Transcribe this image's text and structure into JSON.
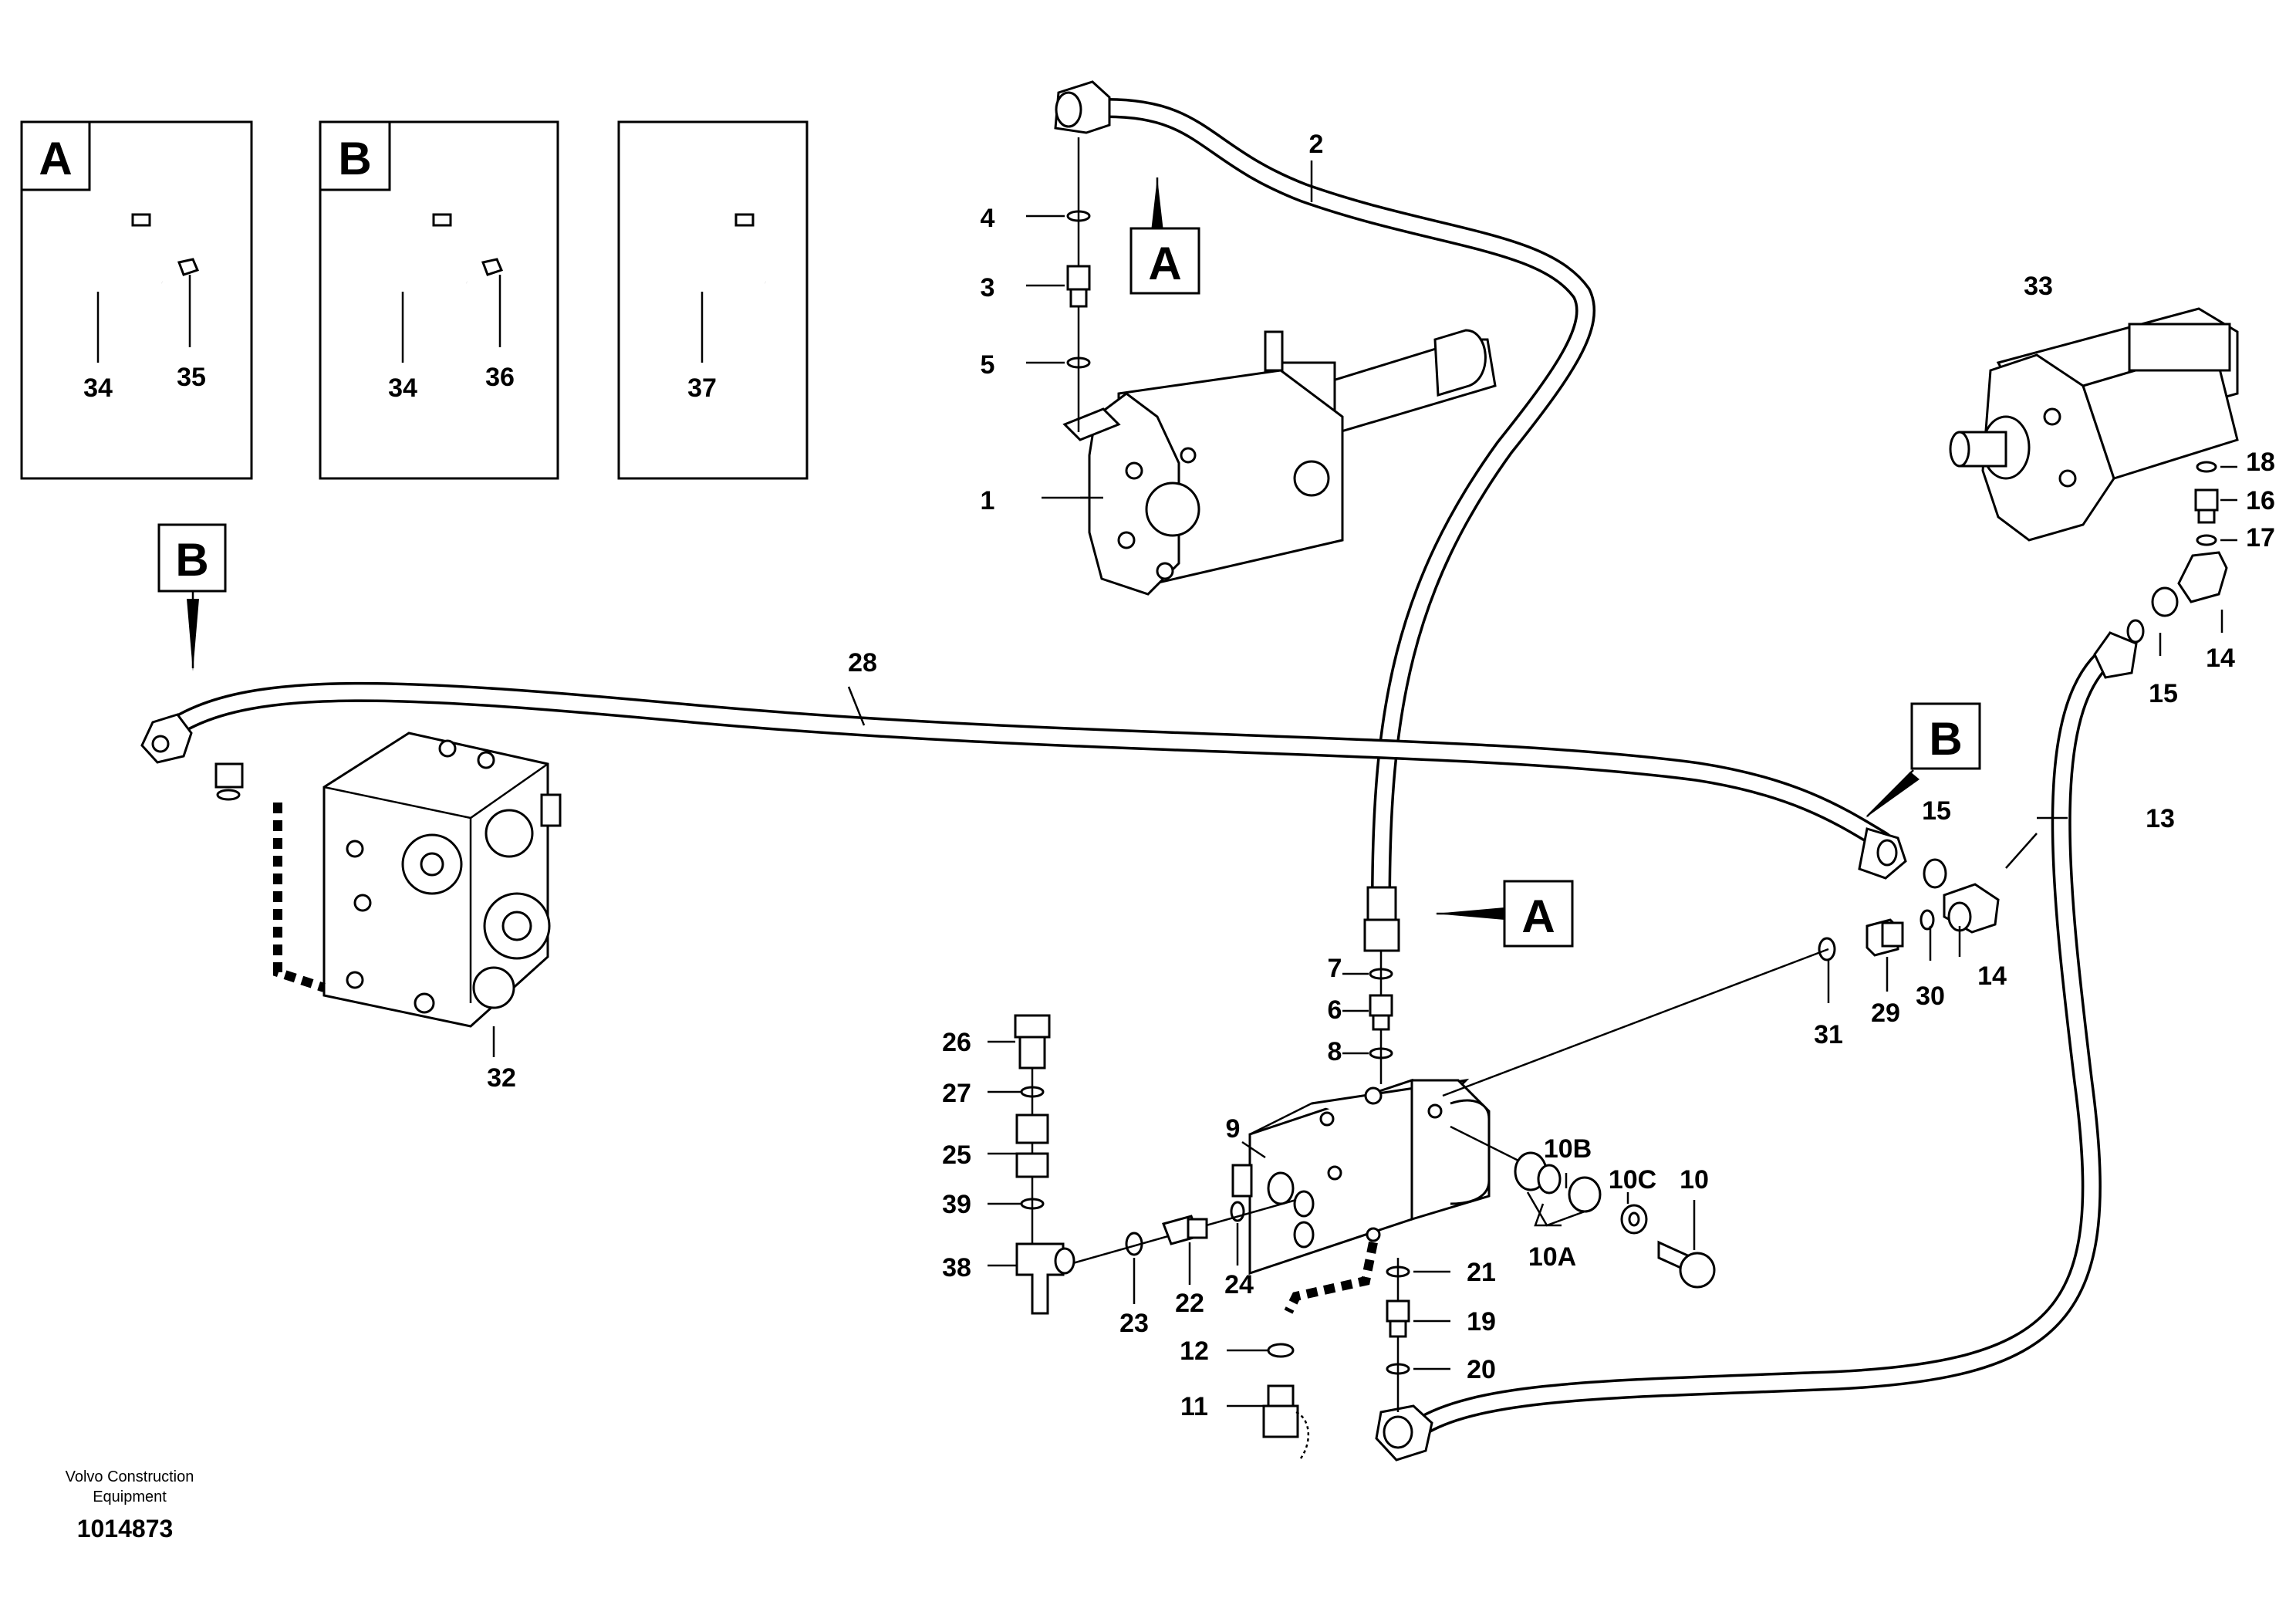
{
  "callouts": {
    "c1": "1",
    "c2": "2",
    "c3": "3",
    "c4": "4",
    "c5": "5",
    "c6": "6",
    "c7": "7",
    "c8": "8",
    "c9": "9",
    "c10": "10",
    "c10a": "10A",
    "c10b": "10B",
    "c10c": "10C",
    "c11": "11",
    "c12": "12",
    "c13": "13",
    "c14a": "14",
    "c14b": "14",
    "c15a": "15",
    "c15b": "15",
    "c16": "16",
    "c17": "17",
    "c18": "18",
    "c19": "19",
    "c20": "20",
    "c21": "21",
    "c22": "22",
    "c23": "23",
    "c24": "24",
    "c25": "25",
    "c26": "26",
    "c27": "27",
    "c28": "28",
    "c29": "29",
    "c30": "30",
    "c31": "31",
    "c32": "32",
    "c33": "33",
    "c38": "38",
    "c39": "39"
  },
  "insets": [
    {
      "letter": "A",
      "labels": [
        "34",
        "35"
      ]
    },
    {
      "letter": "B",
      "labels": [
        "34",
        "36"
      ]
    },
    {
      "letter": "",
      "labels": [
        "37"
      ]
    }
  ],
  "markers": {
    "a_top": "A",
    "a_mid": "A",
    "b_left": "B",
    "b_right": "B"
  },
  "footer": {
    "company_line1": "Volvo Construction",
    "company_line2": "Equipment",
    "drawing_number": "1014873"
  }
}
